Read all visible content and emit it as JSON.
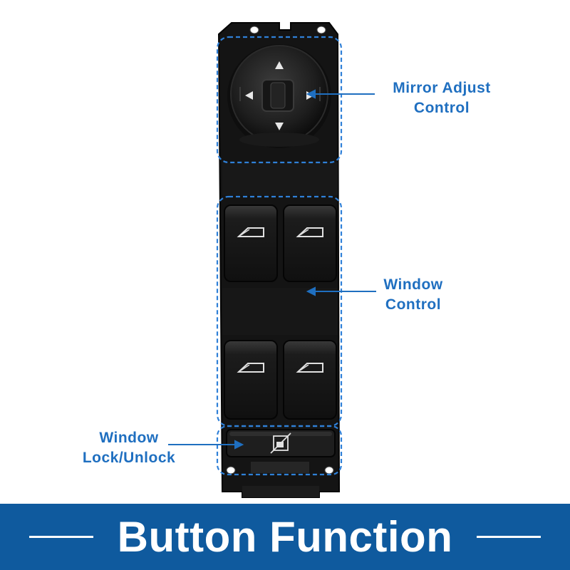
{
  "callouts": {
    "mirror": {
      "line1": "Mirror Adjust",
      "line2": "Control"
    },
    "window": {
      "line1": "Window",
      "line2": "Control"
    },
    "lock": {
      "line1": "Window",
      "line2": "Lock/Unlock"
    }
  },
  "banner": {
    "title": "Button Function"
  },
  "colors": {
    "accent": "#1f6fc0",
    "banner": "#0f5a9e",
    "dashed_outline": "#2f80d8",
    "switch_body": "#141414",
    "button": "#1f1f1f"
  }
}
